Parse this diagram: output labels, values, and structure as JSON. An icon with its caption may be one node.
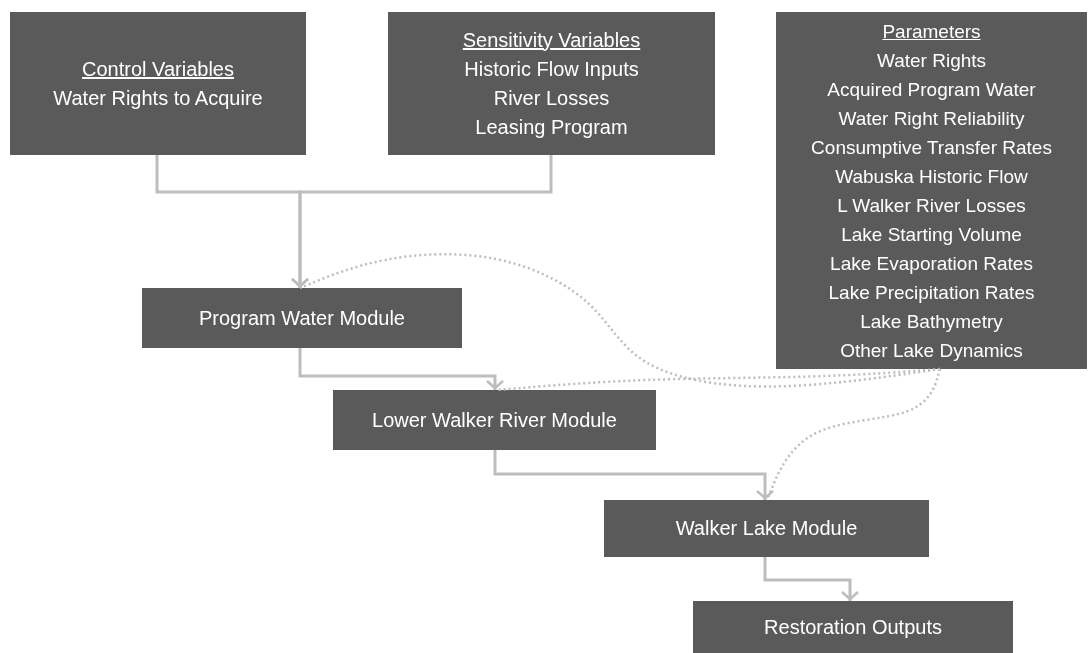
{
  "diagram": {
    "nodes": [
      {
        "text": [
          "Control Variables",
          "Water Rights to Acquire"
        ]
      },
      {
        "text": [
          "Sensitivity Variables",
          "Historic Flow Inputs",
          "River Losses",
          "Leasing Program"
        ]
      },
      {
        "text": [
          "Parameters",
          "Water Rights",
          "Acquired Program Water",
          "Water Right Reliability",
          "Consumptive Transfer Rates",
          "Wabuska Historic Flow",
          "L Walker River Losses",
          "Lake Starting Volume",
          "Lake Evaporation Rates",
          "Lake Precipitation Rates",
          "Lake Bathymetry",
          "Other Lake Dynamics"
        ]
      },
      {
        "text": [
          "Program Water Module"
        ]
      },
      {
        "text": [
          "Lower Walker River Module"
        ]
      },
      {
        "text": [
          "Walker Lake Module"
        ]
      },
      {
        "text": [
          "Restoration Outputs"
        ]
      }
    ],
    "edges": [
      {
        "from": 0,
        "to": 3,
        "arrow": "to"
      },
      {
        "from": 1,
        "to": 3,
        "arrow": "to"
      },
      {
        "from": 3,
        "to": 4,
        "arrow": "to"
      },
      {
        "from": 4,
        "to": 5,
        "arrow": "to"
      },
      {
        "from": 5,
        "to": 6,
        "arrow": "to"
      },
      {
        "from": 2,
        "to": 3,
        "arrow": "none",
        "style": "dashed"
      },
      {
        "from": 2,
        "to": 4,
        "arrow": "none",
        "style": "dashed"
      },
      {
        "from": 2,
        "to": 5,
        "arrow": "none",
        "style": "dashed"
      }
    ]
  }
}
